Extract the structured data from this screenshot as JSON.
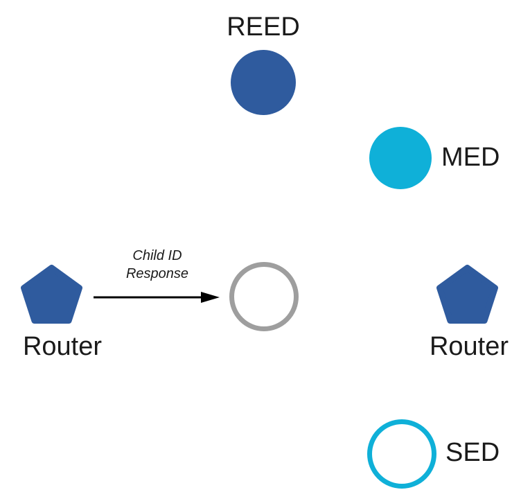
{
  "diagram": {
    "description": "Network device-role diagram with routers, joining device and end-device types",
    "colors": {
      "router_blue": "#2f5b9e",
      "end_device_cyan": "#0fb0d8",
      "joining_gray": "#9e9e9e",
      "arrow_black": "#000000",
      "text": "#1a1a1a",
      "background": "#ffffff"
    },
    "nodes": {
      "reed": {
        "label": "REED",
        "shape": "filled-circle",
        "color": "#2f5b9e"
      },
      "med": {
        "label": "MED",
        "shape": "filled-circle",
        "color": "#0fb0d8"
      },
      "router_left": {
        "label": "Router",
        "shape": "pentagon",
        "color": "#2f5b9e"
      },
      "joining_device": {
        "label": "",
        "shape": "outline-circle",
        "color": "#9e9e9e"
      },
      "router_right": {
        "label": "Router",
        "shape": "pentagon",
        "color": "#2f5b9e"
      },
      "sed": {
        "label": "SED",
        "shape": "outline-circle",
        "color": "#0fb0d8"
      }
    },
    "arrow": {
      "label_line1": "Child ID",
      "label_line2": "Response",
      "from": "router_left",
      "to": "joining_device",
      "color": "#000000"
    }
  }
}
